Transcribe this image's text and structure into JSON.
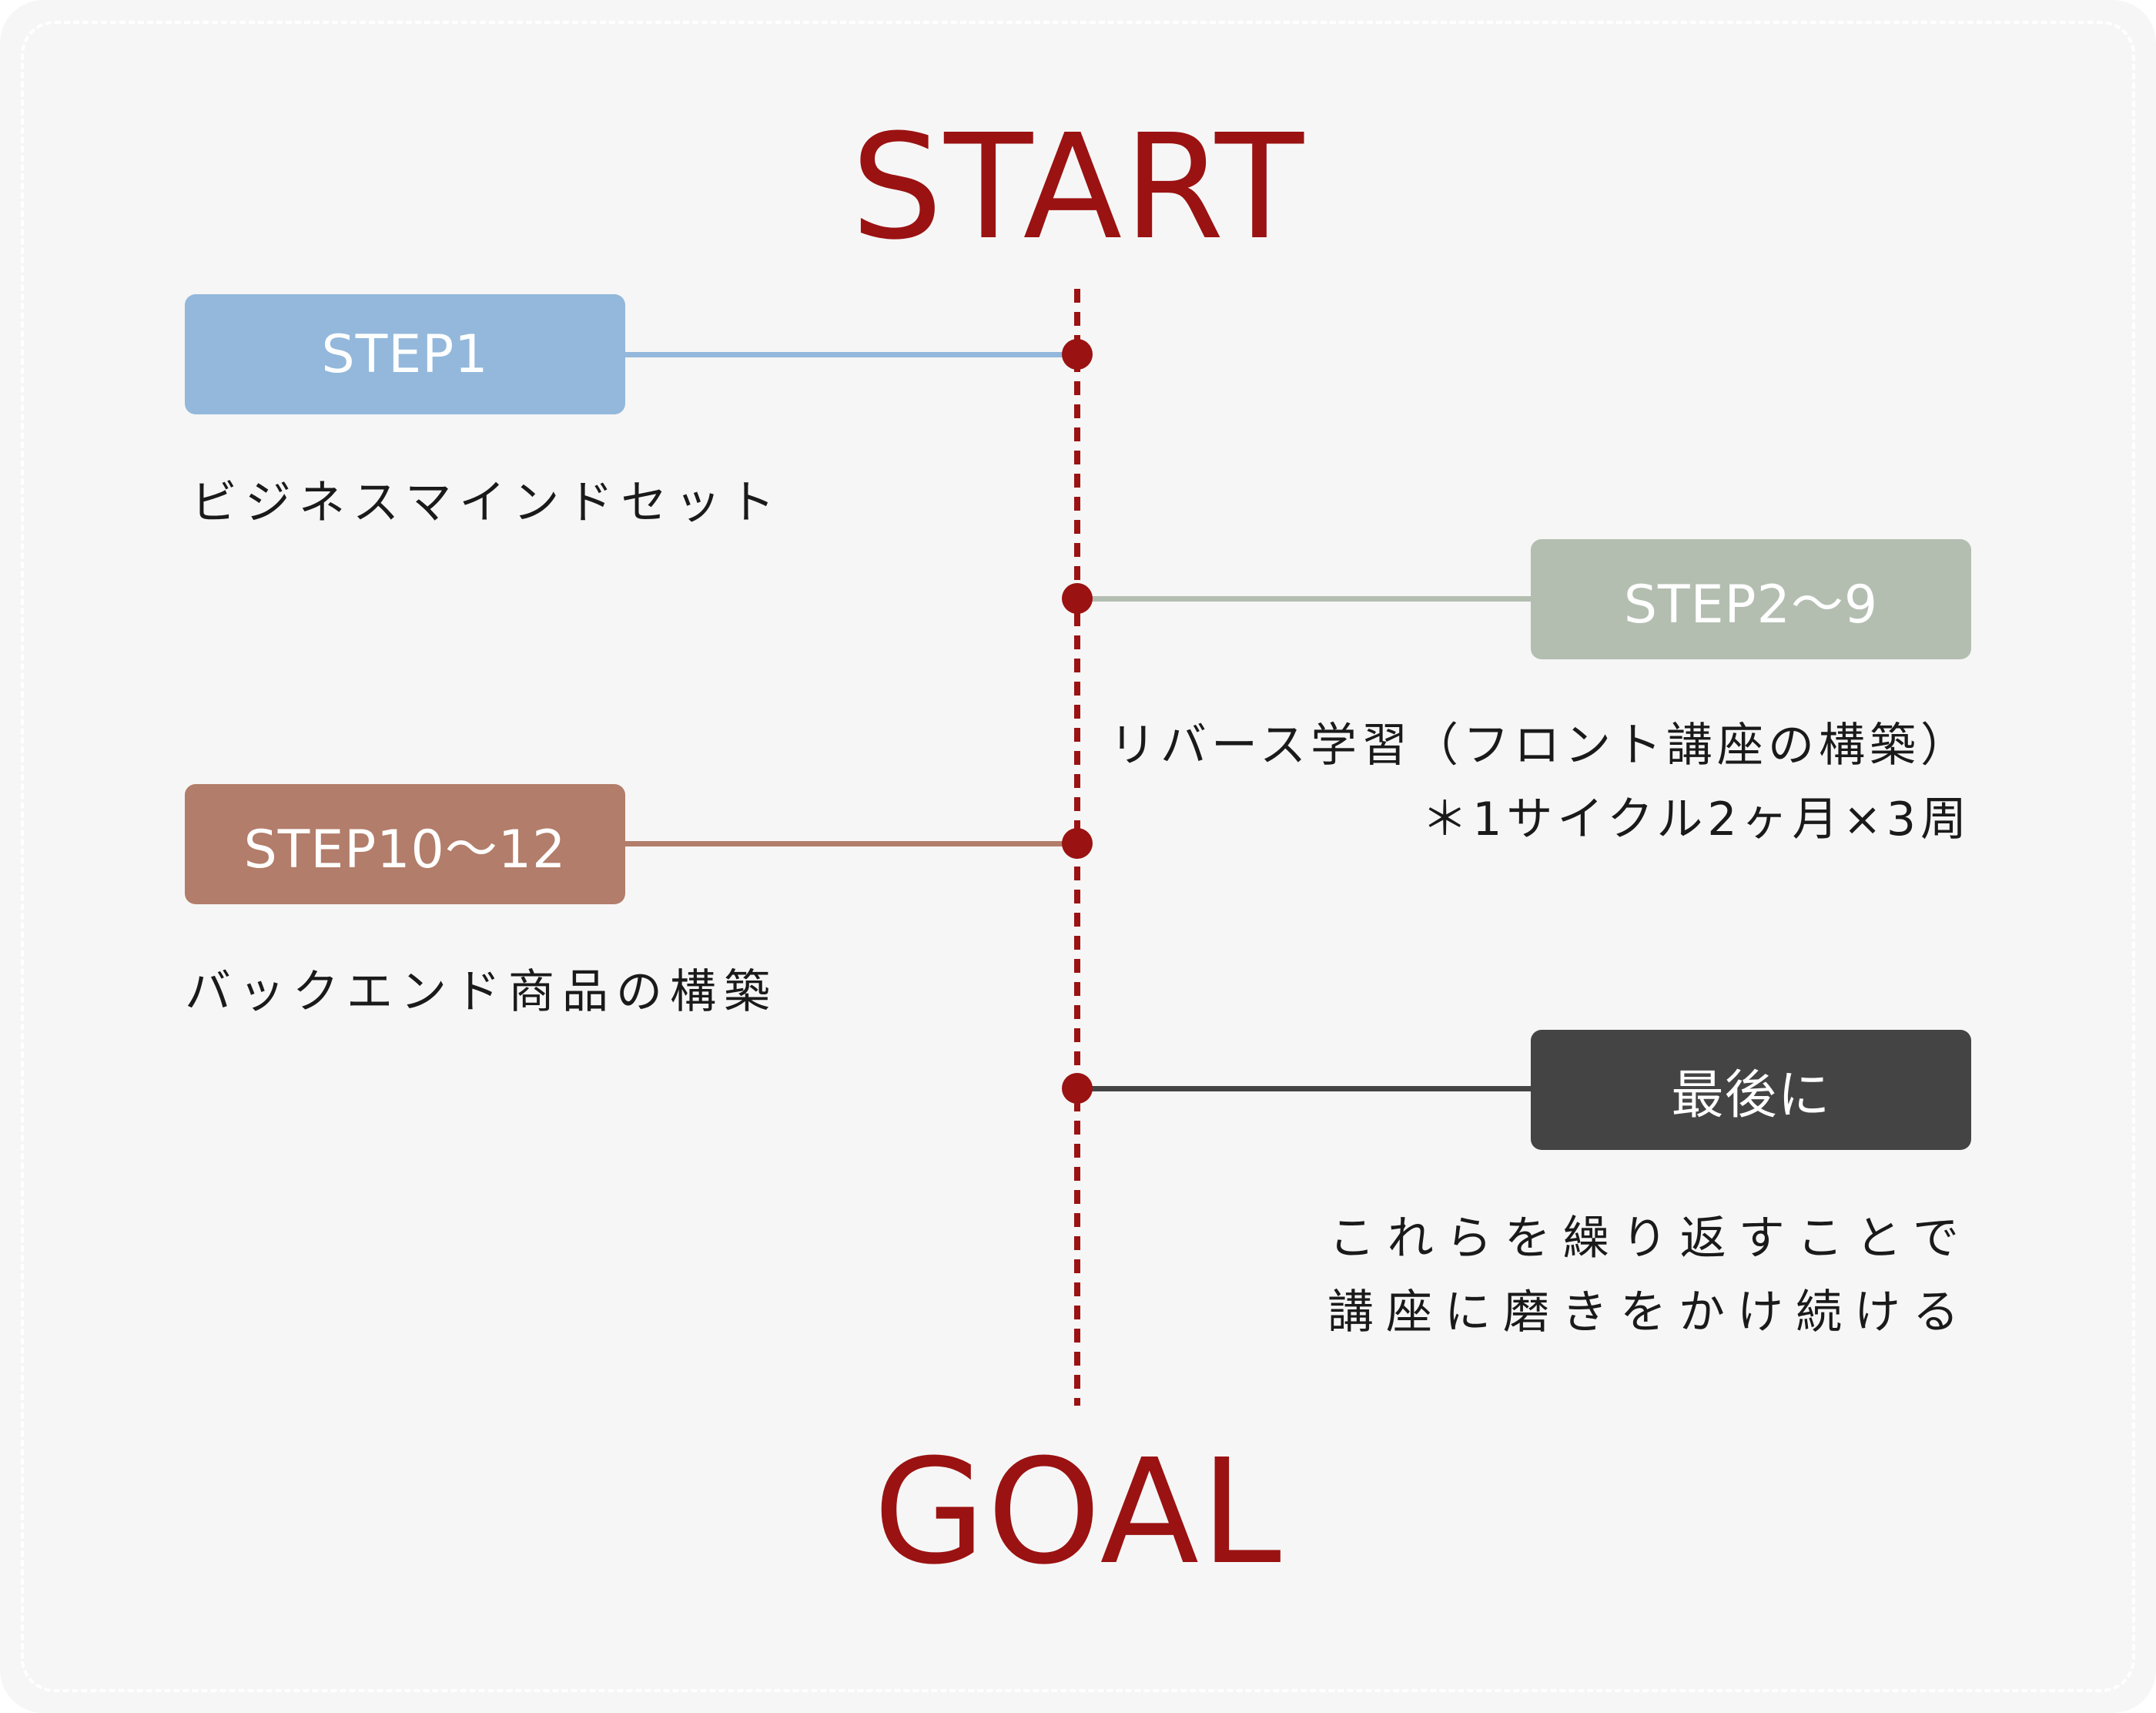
{
  "start_label": "START",
  "goal_label": "GOAL",
  "colors": {
    "accent": "#9b1212",
    "step1": "#93b8db",
    "step2": "#b3beb1",
    "step3": "#b27d6a",
    "step4": "#444444",
    "background": "#f6f6f6"
  },
  "steps": [
    {
      "label": "STEP1",
      "description": [
        "ビジネスマインドセット"
      ]
    },
    {
      "label": "STEP2〜9",
      "description": [
        "リバース学習（フロント講座の構築）",
        "＊1サイクル2ヶ月×3周"
      ]
    },
    {
      "label": "STEP10〜12",
      "description": [
        "バックエンド商品の構築"
      ]
    },
    {
      "label": "最後に",
      "description": [
        "これらを繰り返すことで",
        "講座に磨きをかけ続ける"
      ]
    }
  ]
}
